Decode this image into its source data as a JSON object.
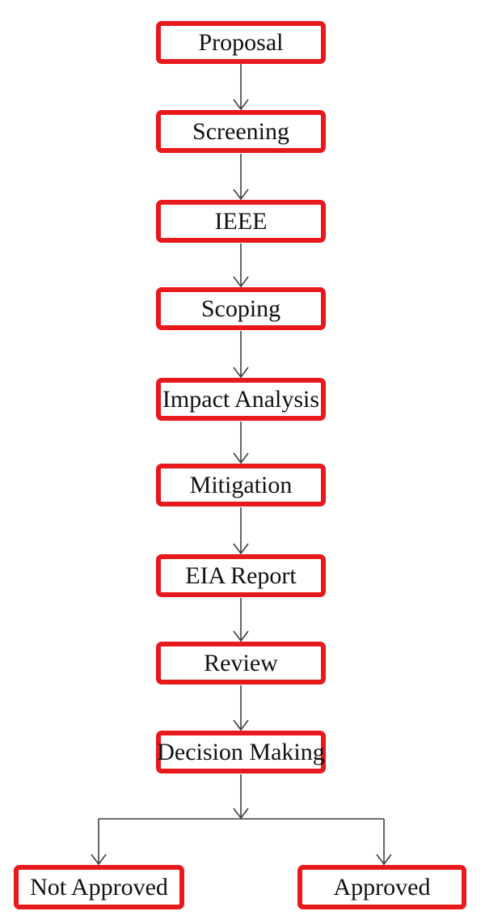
{
  "flow": {
    "steps": [
      {
        "id": "proposal",
        "label": "Proposal"
      },
      {
        "id": "screening",
        "label": "Screening"
      },
      {
        "id": "ieee",
        "label": "IEEE"
      },
      {
        "id": "scoping",
        "label": "Scoping"
      },
      {
        "id": "impact-analysis",
        "label": "Impact Analysis"
      },
      {
        "id": "mitigation",
        "label": "Mitigation"
      },
      {
        "id": "eia-report",
        "label": "EIA Report"
      },
      {
        "id": "review",
        "label": "Review"
      },
      {
        "id": "decision-making",
        "label": "Decision Making"
      }
    ],
    "outcomes": [
      {
        "id": "not-approved",
        "label": "Not Approved"
      },
      {
        "id": "approved",
        "label": "Approved"
      }
    ],
    "edges": [
      {
        "from": "Proposal",
        "to": "Screening"
      },
      {
        "from": "Screening",
        "to": "IEEE"
      },
      {
        "from": "IEEE",
        "to": "Scoping"
      },
      {
        "from": "Scoping",
        "to": "Impact Analysis"
      },
      {
        "from": "Impact Analysis",
        "to": "Mitigation"
      },
      {
        "from": "Mitigation",
        "to": "EIA Report"
      },
      {
        "from": "EIA Report",
        "to": "Review"
      },
      {
        "from": "Review",
        "to": "Decision Making"
      },
      {
        "from": "Decision Making",
        "to": "Not Approved"
      },
      {
        "from": "Decision Making",
        "to": "Approved"
      }
    ],
    "colors": {
      "box_border": "#e8191c",
      "connector": "#3f3f3f",
      "text": "#111111",
      "background": "#ffffff"
    }
  }
}
